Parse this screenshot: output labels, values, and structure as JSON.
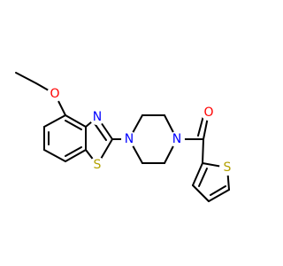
{
  "molecule": {
    "colors": {
      "carbon_bond": "#000000",
      "oxygen": "#ff0000",
      "nitrogen": "#0000ff",
      "sulfur": "#b3a100",
      "background": "#ffffff"
    },
    "atoms": {
      "o_ethoxy": "O",
      "n_thiazole": "N",
      "s_thiazole": "S",
      "n_piperazine_left": "N",
      "n_piperazine_right": "N",
      "o_carbonyl": "O",
      "s_thiophene": "S"
    }
  }
}
